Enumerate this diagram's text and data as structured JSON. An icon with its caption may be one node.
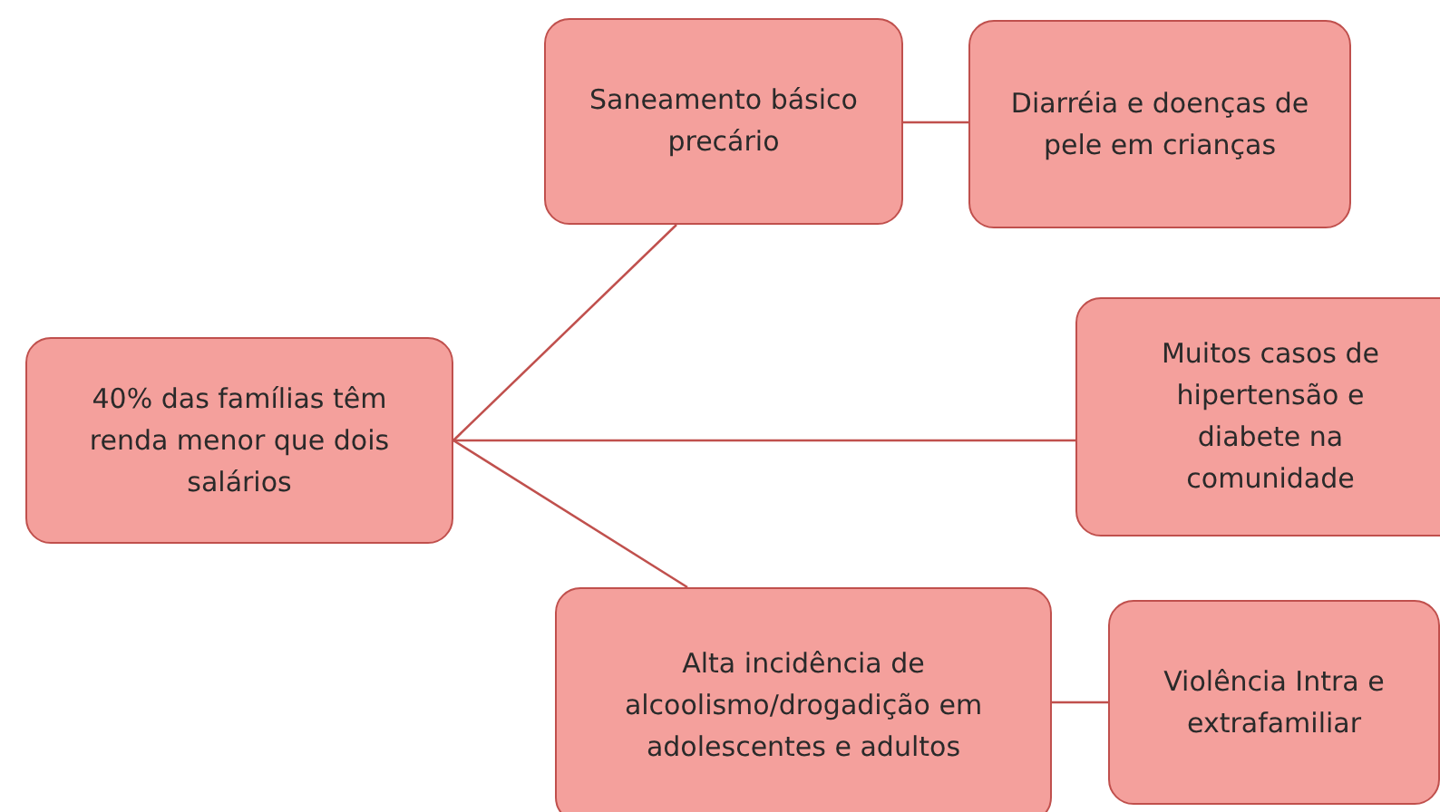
{
  "diagram": {
    "nodes": [
      {
        "text": [
          "40% das famílias têm renda menor que dois salários"
        ]
      },
      {
        "text": [
          "Saneamento básico precário"
        ]
      },
      {
        "text": [
          "Diarréia e doenças de pele em crianças"
        ]
      },
      {
        "text": [
          "Muitos casos de hipertensão e diabete na comunidade"
        ]
      },
      {
        "text": [
          "Alta incidência de alcoolismo/drogadição em adolescentes e adultos"
        ]
      },
      {
        "text": [
          "Violência Intra e extrafamiliar"
        ]
      }
    ],
    "edges": [
      {
        "from": 0,
        "to": 1,
        "arrow": "none"
      },
      {
        "from": 1,
        "to": 2,
        "arrow": "none"
      },
      {
        "from": 0,
        "to": 3,
        "arrow": "none"
      },
      {
        "from": 0,
        "to": 4,
        "arrow": "none"
      },
      {
        "from": 4,
        "to": 5,
        "arrow": "none"
      }
    ]
  }
}
